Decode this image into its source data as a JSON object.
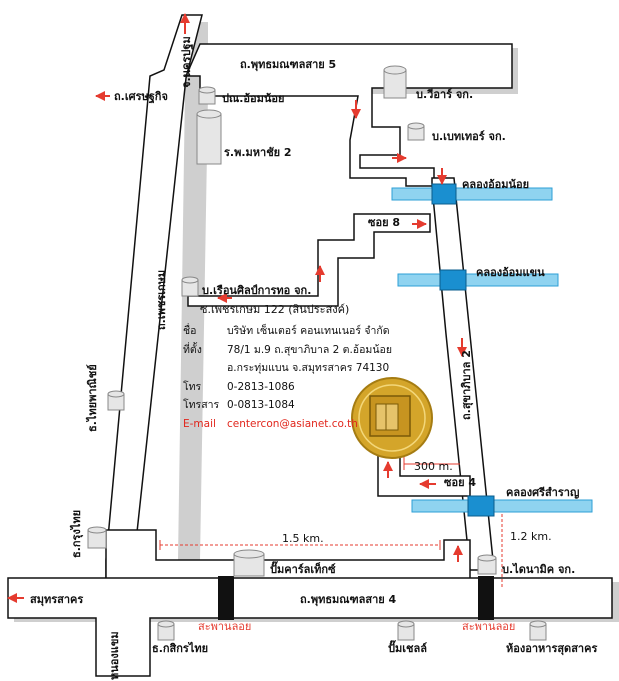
{
  "roads": {
    "phetkasem_road": "ถ.เพชรเกษม",
    "phutthamonthon_5": "ถ.พุทธมณฑลสาย 5",
    "phutthamonthon_4": "ถ.พุทธมณฑลสาย 4",
    "sukhaphiban_2": "ถ.สุขาภิบาล 2",
    "soi_8": "ซอย 8",
    "soi_4": "ซอย 4",
    "soi_phetkasem_122": "ซ.เพชรเกษม 122 (สินประสงค์)"
  },
  "directions": {
    "nakhon_pathom": "จ.นครปฐม",
    "setthakit": "ถ.เศรษฐกิจ",
    "samut_sakhon": "สมุทรสาคร",
    "nong_khaem": "หนองแขม",
    "thai_phanit": "ธ.ไทยพาณิชย์",
    "krung_thai": "ธ.กรุงไทย",
    "kasikorn_thai": "ธ.กสิกรไทย"
  },
  "places": {
    "om_noi_school": "ปณ.อ้อมน้อย",
    "mahachai_hospital": "ร.พ.มหาชัย 2",
    "ruean_sin": "บ.เรือนศิลป์การทอ จก.",
    "vera": "บ.วีอาร์ จก.",
    "bakery": "บ.เบทเทอร์ จก.",
    "dynamic": "บ.ไดนามิค จก.",
    "caltex": "ปั๊มคาร์ลเท็กซ์",
    "shell": "ปั๊มเชลล์",
    "sudsakorn_food": "ห้องอาหารสุดสาคร"
  },
  "canals": {
    "om_noi": "คลองอ้อมน้อย",
    "om_khaen": "คลองอ้อมแขน",
    "si_samran": "คลองศรีสำราญ"
  },
  "bridges": {
    "bridge_left": "สะพานลอย",
    "bridge_right": "สะพานลอย"
  },
  "distances": {
    "d_15km": "1.5 km.",
    "d_12km": "1.2 km.",
    "d_300m": "300 m."
  },
  "company": {
    "name_key": "ชื่อ",
    "name": "บริษัท เซ็นเตอร์ คอนเทนเนอร์ จำกัด",
    "address_key": "ที่ตั้ง",
    "address_line1": "78/1 ม.9 ถ.สุขาภิบาล 2 ต.อ้อมน้อย",
    "address_line2": "อ.กระทุ่มแบน จ.สมุทรสาคร 74130",
    "tel_key": "โทร",
    "tel": "0-2813-1086",
    "fax_key": "โทรสาร",
    "fax": "0-0813-1084",
    "email_key": "E-mail",
    "email": "centercon@asianet.co.th"
  },
  "colors": {
    "road_fill": "#ffffff",
    "road_outline": "#111111",
    "shadow": "#c8c8c8",
    "canal": "#8fd3f0",
    "canal_border": "#2e9fd6",
    "bridge": "#1a8fd0",
    "arrow": "#e53b2f",
    "logo": "#d4a52a"
  }
}
